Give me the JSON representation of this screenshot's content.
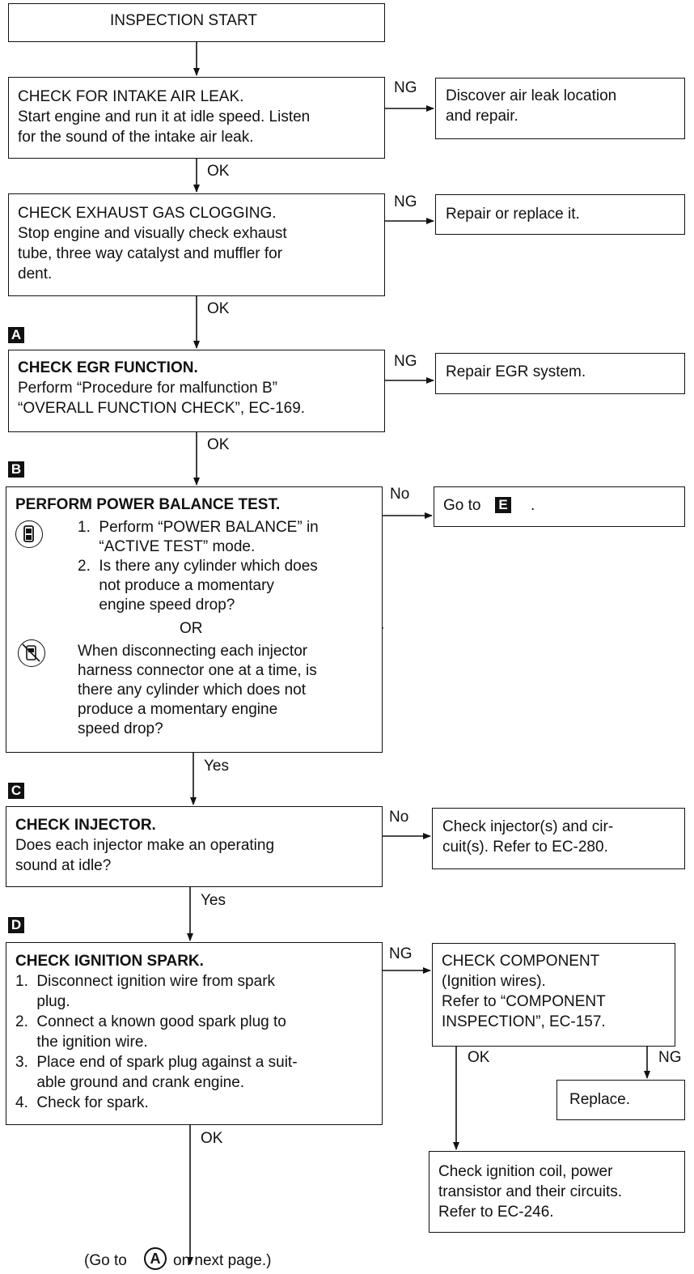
{
  "start": "INSPECTION START",
  "s1": {
    "lines": [
      "CHECK FOR INTAKE AIR LEAK.",
      "Start engine and run it at idle speed. Listen",
      "for the sound of the intake air leak."
    ],
    "ng_label": "NG",
    "ng_lines": [
      "Discover air leak location",
      "and repair."
    ],
    "ok_label": "OK"
  },
  "s2": {
    "lines": [
      "CHECK EXHAUST GAS CLOGGING.",
      "Stop engine and visually check exhaust",
      "tube, three way catalyst and muffler for",
      "dent."
    ],
    "ng_label": "NG",
    "ng_lines": [
      "Repair or replace it."
    ],
    "ok_label": "OK"
  },
  "s3": {
    "marker": "A",
    "lines": [
      "CHECK EGR FUNCTION.",
      "Perform “Procedure for malfunction B”",
      "“OVERALL FUNCTION CHECK”, EC-169."
    ],
    "ng_label": "NG",
    "ng_lines": [
      "Repair EGR system."
    ],
    "ok_label": "OK"
  },
  "s4": {
    "marker": "B",
    "title": "PERFORM POWER BALANCE TEST.",
    "consult_lines": [
      "1.  Perform “POWER BALANCE” in",
      "     “ACTIVE TEST” mode.",
      "2.  Is there any cylinder which does",
      "     not produce a momentary",
      "     engine speed drop?"
    ],
    "or": "OR",
    "alt_lines": [
      "When disconnecting each injector",
      "harness connector one at a time, is",
      "there any cylinder which does not",
      "produce a momentary engine",
      "speed drop?"
    ],
    "no_label": "No",
    "no_text": "Go to",
    "no_marker": "E",
    "no_tail": ".",
    "yes_label": "Yes"
  },
  "s5": {
    "marker": "C",
    "lines": [
      "CHECK INJECTOR.",
      "Does each injector make an operating",
      "sound at idle?"
    ],
    "no_label": "No",
    "no_lines": [
      "Check injector(s) and cir-",
      "cuit(s). Refer to EC-280."
    ],
    "yes_label": "Yes"
  },
  "s6": {
    "marker": "D",
    "lines": [
      "CHECK IGNITION SPARK.",
      "1.  Disconnect ignition wire from spark",
      "     plug.",
      "2.  Connect a known good spark plug to",
      "     the ignition wire.",
      "3.  Place end of spark plug against a suit-",
      "     able ground and crank engine.",
      "4.  Check for spark."
    ],
    "ng_label": "NG",
    "comp_lines": [
      "CHECK COMPONENT",
      "(Ignition wires).",
      "Refer to “COMPONENT",
      "INSPECTION”, EC-157."
    ],
    "comp_ok": "OK",
    "comp_ng": "NG",
    "replace": "Replace.",
    "coil_lines": [
      "Check ignition coil, power",
      "transistor and their circuits.",
      "Refer to EC-246."
    ],
    "ok_label": "OK"
  },
  "footer": {
    "pre": "(Go to",
    "marker": "A",
    "post": "on next page.)"
  }
}
